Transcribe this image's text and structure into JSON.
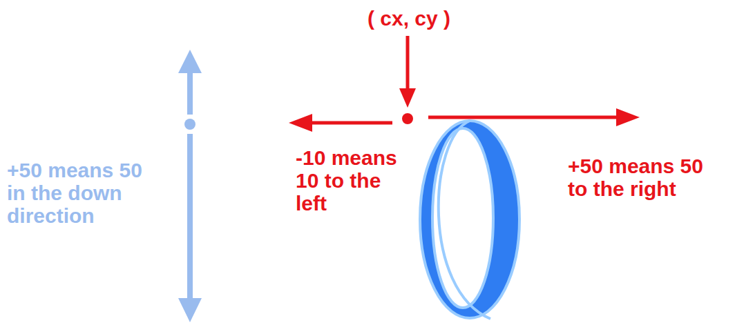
{
  "diagram": {
    "labels": [
      "( cx, cy )",
      "+50 means 50 in the down direction",
      "-10 means 10 to the left",
      "+50 means 50 to the right"
    ]
  }
}
